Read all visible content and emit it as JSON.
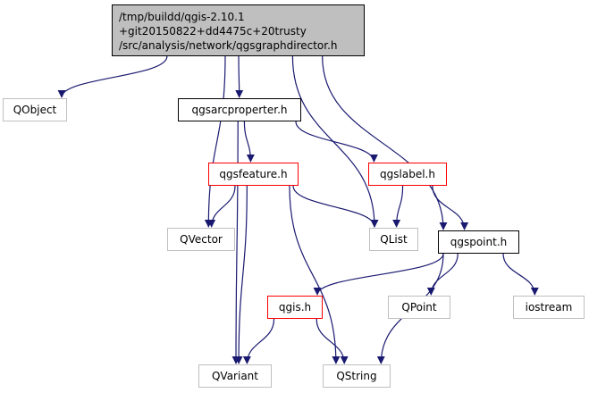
{
  "root": {
    "lines": [
      "/tmp/buildd/qgis-2.10.1",
      "+git20150822+dd4475c+20trusty",
      "/src/analysis/network/qgsgraphdirector.h"
    ]
  },
  "nodes": {
    "qobject": "QObject",
    "qgsarcproperter": "qgsarcproperter.h",
    "qgsfeature": "qgsfeature.h",
    "qgslabel": "qgslabel.h",
    "qvector": "QVector",
    "qlist": "QList",
    "qgspoint": "qgspoint.h",
    "qgis": "qgis.h",
    "qpoint": "QPoint",
    "iostream": "iostream",
    "qvariant": "QVariant",
    "qstring": "QString"
  },
  "edges": [
    [
      "root",
      "qobject"
    ],
    [
      "root",
      "qgsarcproperter"
    ],
    [
      "root",
      "qvector"
    ],
    [
      "root",
      "qlist"
    ],
    [
      "root",
      "qgspoint"
    ],
    [
      "qgsarcproperter",
      "qgsfeature"
    ],
    [
      "qgsarcproperter",
      "qgslabel"
    ],
    [
      "qgsarcproperter",
      "qvariant"
    ],
    [
      "qgsfeature",
      "qvector"
    ],
    [
      "qgsfeature",
      "qlist"
    ],
    [
      "qgsfeature",
      "qvariant"
    ],
    [
      "qgsfeature",
      "qstring"
    ],
    [
      "qgslabel",
      "qlist"
    ],
    [
      "qgslabel",
      "qgspoint"
    ],
    [
      "qgspoint",
      "qgis"
    ],
    [
      "qgspoint",
      "qpoint"
    ],
    [
      "qgspoint",
      "iostream"
    ],
    [
      "qgspoint",
      "qstring"
    ],
    [
      "qgis",
      "qvariant"
    ],
    [
      "qgis",
      "qstring"
    ]
  ],
  "colors": {
    "edge": "#191970",
    "node_border": "#000000",
    "external_border": "#bfbfbf",
    "incomplete_border": "#ff0000",
    "root_fill": "#bfbfbf"
  }
}
